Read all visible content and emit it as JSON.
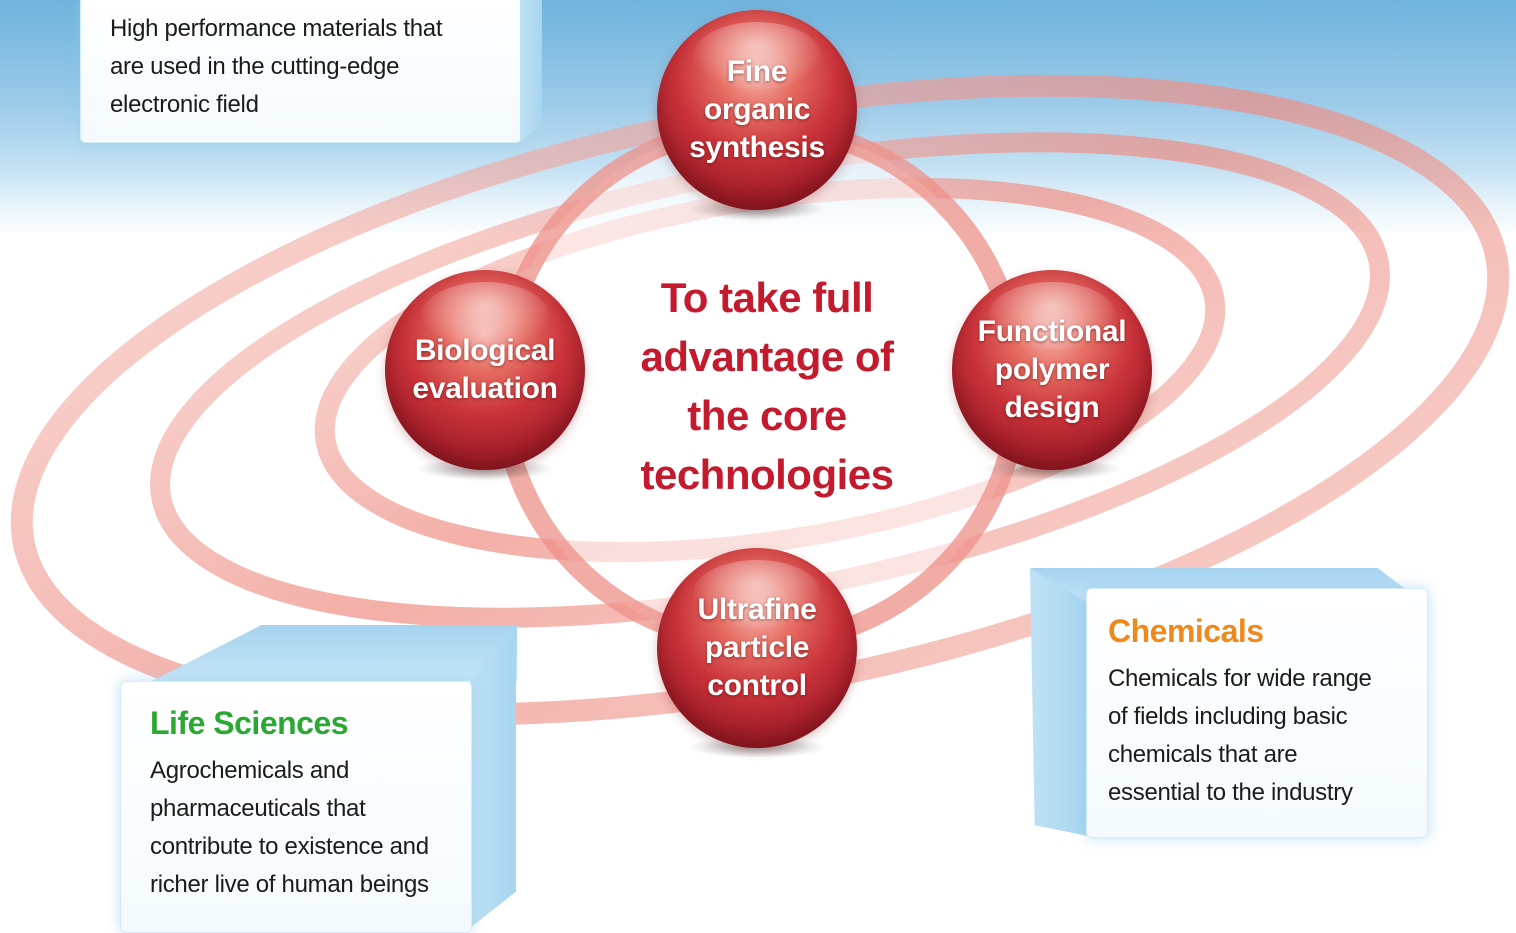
{
  "colors": {
    "accent_red": "#c41a2d",
    "life_sciences_green": "#2aa832",
    "chemicals_orange": "#ee8a1c",
    "sky_blue": "#7fbde3"
  },
  "center": {
    "line1": "To take full",
    "line2": "advantage of",
    "line3": "the core",
    "line4": "technologies"
  },
  "spheres": {
    "fine": [
      "Fine",
      "organic",
      "synthesis"
    ],
    "bio": [
      "Biological",
      "evaluation"
    ],
    "poly": [
      "Functional",
      "polymer",
      "design"
    ],
    "ultra": [
      "Ultrafine",
      "particle",
      "control"
    ]
  },
  "boxes": {
    "electronic": {
      "desc": [
        "High performance materials that",
        "are used in the cutting-edge",
        "electronic field"
      ]
    },
    "life": {
      "title": "Life Sciences",
      "desc": [
        "Agrochemicals and",
        "pharmaceuticals that",
        "contribute to existence and",
        "richer live of human beings"
      ]
    },
    "chem": {
      "title": "Chemicals",
      "desc": [
        "Chemicals for wide range",
        "of fields including basic",
        "chemicals that are",
        "essential to the industry"
      ]
    }
  }
}
